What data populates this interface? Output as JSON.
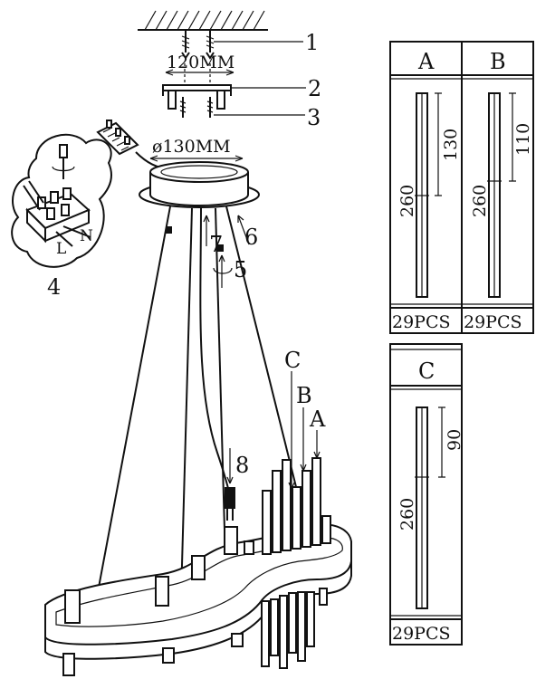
{
  "callouts": {
    "c1": "1",
    "c2": "2",
    "c3": "3",
    "c4": "4",
    "c5": "5",
    "c6": "6",
    "c7": "7",
    "c8": "8",
    "rodC": "C",
    "rodB": "B",
    "rodA": "A"
  },
  "dimensions": {
    "spacing": "120MM",
    "canopy_diameter": "ø130MM"
  },
  "wiring": {
    "neutral": "N",
    "live": "L"
  },
  "rod_table": [
    {
      "label": "A",
      "total_length": "260",
      "section_length": "130",
      "quantity": "29PCS"
    },
    {
      "label": "B",
      "total_length": "260",
      "section_length": "110",
      "quantity": "29PCS"
    },
    {
      "label": "C",
      "total_length": "260",
      "section_length": "90",
      "quantity": "29PCS"
    }
  ]
}
